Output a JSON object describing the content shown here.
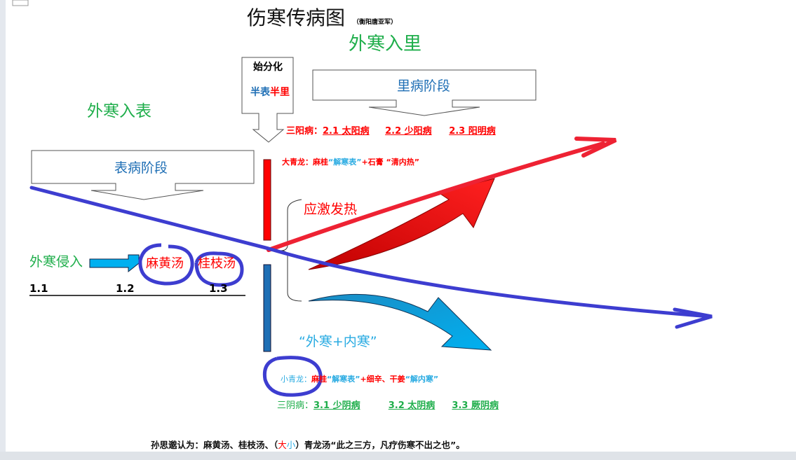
{
  "title": "伤寒传病图",
  "author": "（衡阳唐亚军）",
  "outer_to_inner": "外寒入里",
  "outer_to_surface": "外寒入表",
  "start_box": {
    "line1": "始分化",
    "half1": "半表",
    "half2": "半里"
  },
  "inner_stage": "里病阶段",
  "surface_stage": "表病阶段",
  "yang": {
    "label": "三阳病：",
    "items": [
      "2.1 太阳病",
      "2.2  少阳病",
      "2.3 阳明病 "
    ]
  },
  "da_qinglong": {
    "label": "大青龙：",
    "p1": "麻桂",
    "q1": "“解寒表”",
    "p2": "+石膏 ",
    "q2": "“清内热”"
  },
  "fever": "应激发热",
  "invasion": "外寒侵入",
  "mahuang": "麻黄汤",
  "guizhi": "桂枝汤",
  "ticks": [
    "1.1",
    "1.2",
    "1.3"
  ],
  "cold": "“外寒+内寒”",
  "xiao_qinglong": {
    "label": "小青龙：",
    "p1": "麻桂",
    "q1": "“解寒表”",
    "p2": "+细辛、干姜",
    "q2": "“解内寒”"
  },
  "yin": {
    "label": "三阴病：",
    "items": [
      "3.1 少阴病",
      "3.2  太阴病",
      "3.3 厥阴病 "
    ]
  },
  "footer": {
    "pre": "孙思邈认为：麻黄汤、桂枝汤、（",
    "da": "大",
    "xiao": "小",
    "post": "）青龙汤“此之三方，凡疗伤寒不出之也”。"
  }
}
